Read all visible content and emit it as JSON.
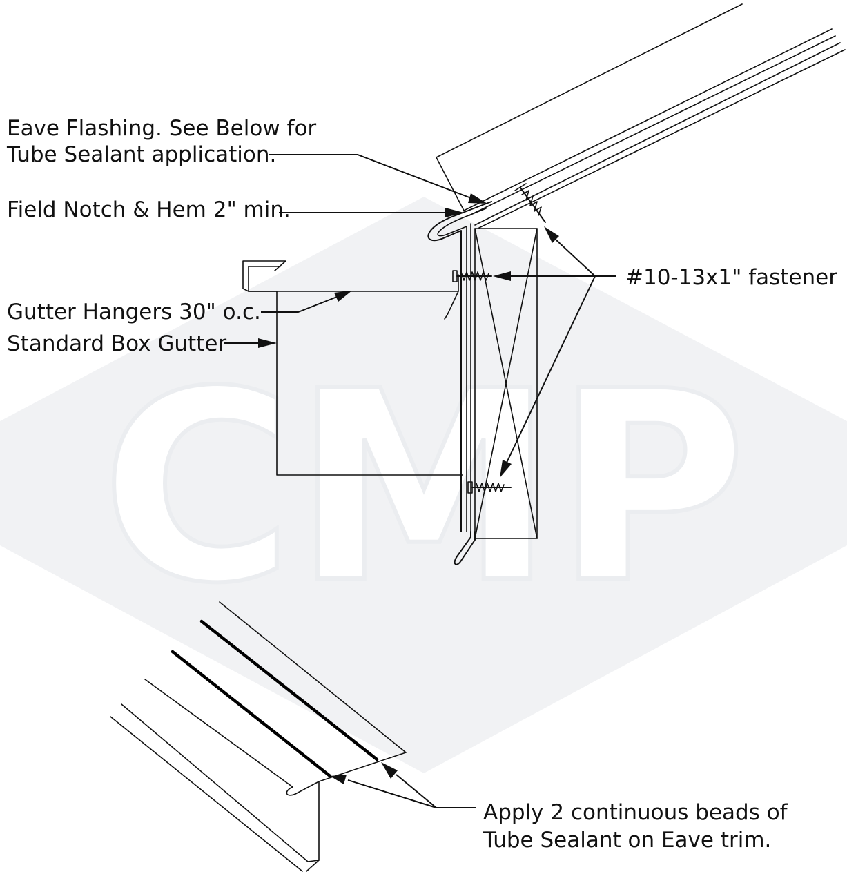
{
  "labels": {
    "eave_flashing_line1": "Eave Flashing. See Below for",
    "eave_flashing_line2": "Tube Sealant application.",
    "field_notch": "Field Notch & Hem 2\" min.",
    "gutter_hangers": "Gutter Hangers 30\" o.c.",
    "standard_box_gutter": "Standard Box Gutter",
    "fastener": "#10-13x1\" fastener",
    "sealant_line1": "Apply 2 continuous beads of",
    "sealant_line2": "Tube Sealant on Eave trim."
  },
  "watermark": {
    "text": "CMP",
    "color": "#f1f2f4"
  },
  "colors": {
    "linework": "#111111",
    "background": "#ffffff"
  }
}
